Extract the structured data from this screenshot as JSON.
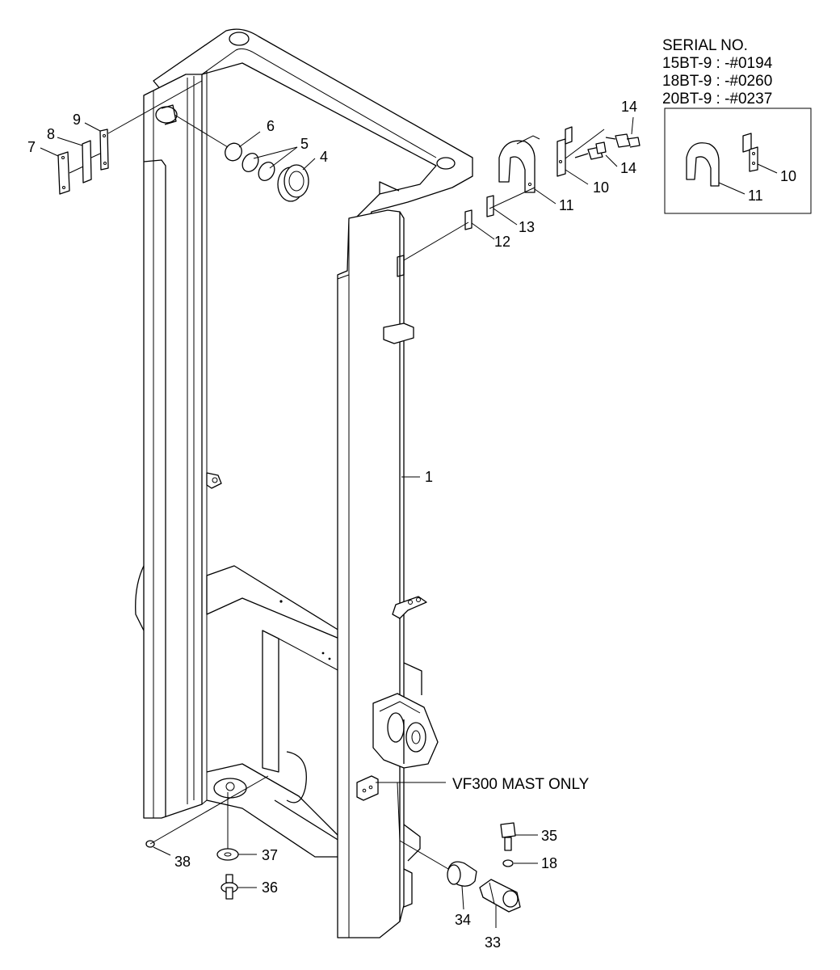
{
  "serial_box": {
    "title": "SERIAL NO.",
    "lines": [
      "15BT-9 : -#0194",
      "18BT-9 : -#0260",
      "20BT-9 : -#0237"
    ]
  },
  "note": "VF300 MAST ONLY",
  "parts": {
    "p1": "1",
    "p4": "4",
    "p5": "5",
    "p6": "6",
    "p7": "7",
    "p8": "8",
    "p9": "9",
    "p10": "10",
    "p10b": "10",
    "p11": "11",
    "p11b": "11",
    "p12": "12",
    "p13": "13",
    "p14a": "14",
    "p14b": "14",
    "p18": "18",
    "p33": "33",
    "p34": "34",
    "p35": "35",
    "p36": "36",
    "p37": "37",
    "p38": "38"
  }
}
